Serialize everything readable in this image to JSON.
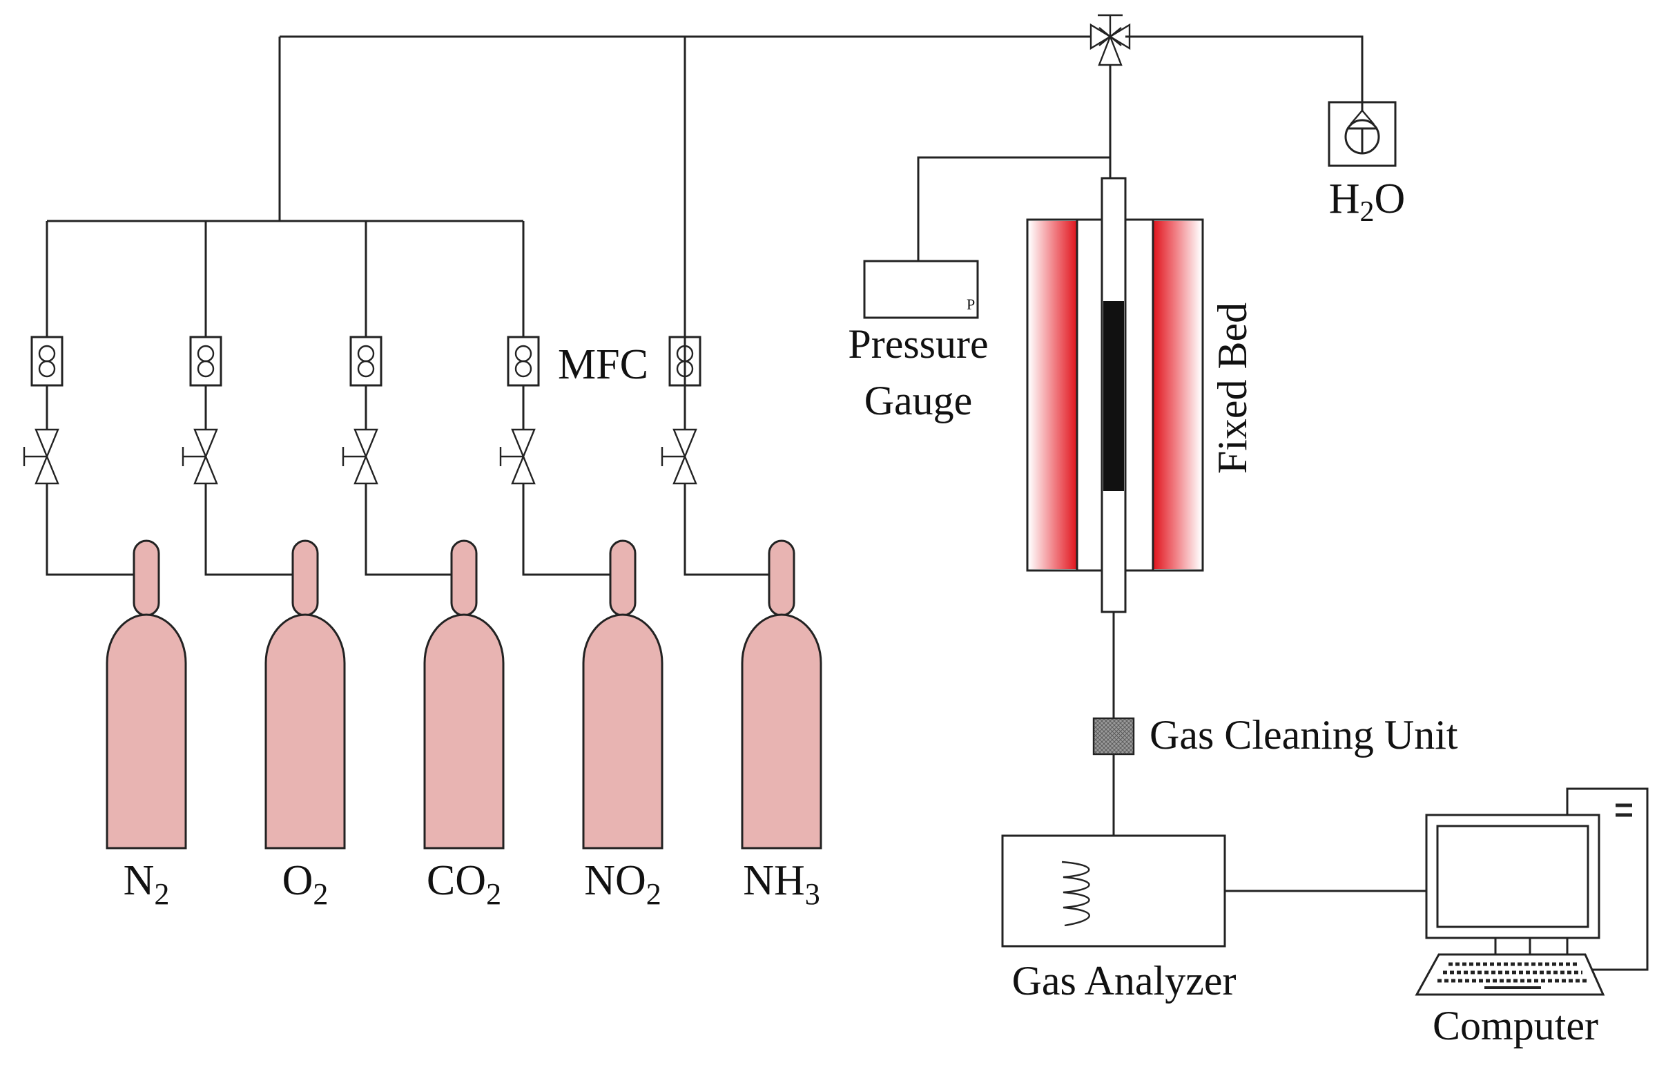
{
  "labels": {
    "mfc": "MFC",
    "pressure_gauge_line1": "Pressure",
    "pressure_gauge_line2": "Gauge",
    "gauge_mark": "P",
    "fixed_bed": "Fixed Bed",
    "water": {
      "main": "H",
      "sub": "2",
      "tail": "O"
    },
    "gas_cleaning_unit": "Gas Cleaning Unit",
    "gas_analyzer": "Gas Analyzer",
    "computer": "Computer"
  },
  "cylinders": [
    {
      "main": "N",
      "sub": "2",
      "tail": ""
    },
    {
      "main": "O",
      "sub": "2",
      "tail": ""
    },
    {
      "main": "CO",
      "sub": "2",
      "tail": ""
    },
    {
      "main": "NO",
      "sub": "2",
      "tail": ""
    },
    {
      "main": "NH",
      "sub": "3",
      "tail": ""
    }
  ],
  "colors": {
    "cylinder_fill": "#e8b4b2",
    "heater_red": "#e0141c",
    "catalyst_bed": "#111111",
    "cleaning_unit": "#8a8a8a",
    "lines": "#222222"
  }
}
